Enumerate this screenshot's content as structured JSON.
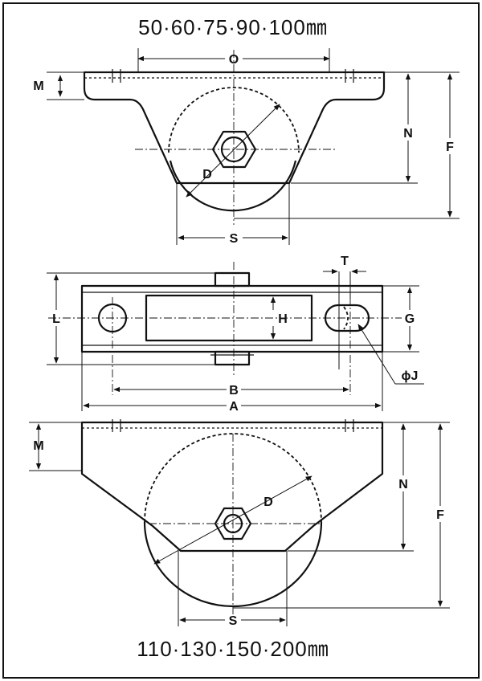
{
  "titles": {
    "top": "50·60·75·90·100㎜",
    "bottom": "110·130·150·200㎜"
  },
  "top_view": {
    "labels": {
      "o": "O",
      "m": "M",
      "n": "N",
      "f": "F",
      "d": "D",
      "s": "S"
    }
  },
  "plan_view": {
    "labels": {
      "t": "T",
      "l": "L",
      "h": "H",
      "g": "G",
      "b": "B",
      "a": "A",
      "phi_j": "ϕJ"
    }
  },
  "bottom_view": {
    "labels": {
      "m": "M",
      "n": "N",
      "f": "F",
      "d": "D",
      "s": "S"
    }
  }
}
